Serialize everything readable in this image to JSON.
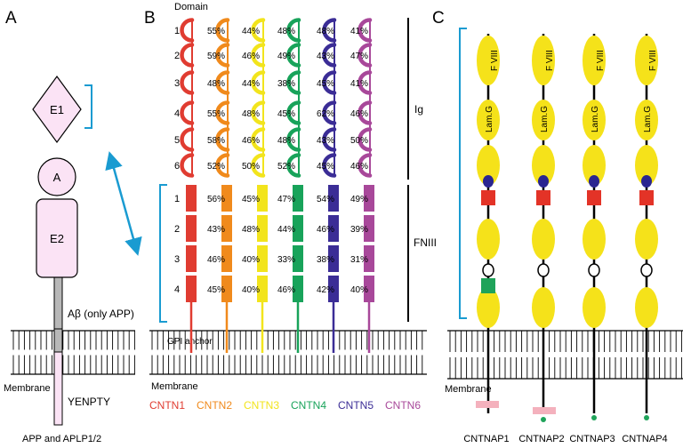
{
  "panels": {
    "a": "A",
    "b": "B",
    "c": "C"
  },
  "panel_a": {
    "domains": [
      "E1",
      "A",
      "E2"
    ],
    "abeta_label": "Aβ (only APP)",
    "membrane_label": "Membrane",
    "motif_label": "YENPTY",
    "caption": "APP and APLP1/2"
  },
  "panel_b": {
    "domain_header": "Domain",
    "ig_numbers": [
      "1",
      "2",
      "3",
      "4",
      "5",
      "6"
    ],
    "fn_numbers": [
      "1",
      "2",
      "3",
      "4"
    ],
    "ig_label": "Ig",
    "fn_label": "FNIII",
    "gpi_label": "GPI anchor",
    "membrane_label": "Membrane",
    "proteins": [
      {
        "name": "CNTN1",
        "color": "#e03c31"
      },
      {
        "name": "CNTN2",
        "color": "#f08a1c"
      },
      {
        "name": "CNTN3",
        "color": "#f2e41c"
      },
      {
        "name": "CNTN4",
        "color": "#18a35a"
      },
      {
        "name": "CNTN5",
        "color": "#3b2d96"
      },
      {
        "name": "CNTN6",
        "color": "#a8489a"
      }
    ],
    "ig_identity": [
      [
        "55%",
        "44%",
        "48%",
        "48%",
        "41%"
      ],
      [
        "59%",
        "46%",
        "49%",
        "43%",
        "47%"
      ],
      [
        "48%",
        "44%",
        "38%",
        "45%",
        "41%"
      ],
      [
        "55%",
        "48%",
        "45%",
        "62%",
        "46%"
      ],
      [
        "58%",
        "46%",
        "48%",
        "43%",
        "50%"
      ],
      [
        "52%",
        "50%",
        "52%",
        "45%",
        "46%"
      ]
    ],
    "fn_identity": [
      [
        "56%",
        "45%",
        "47%",
        "54%",
        "49%"
      ],
      [
        "43%",
        "48%",
        "44%",
        "46%",
        "39%"
      ],
      [
        "46%",
        "40%",
        "33%",
        "38%",
        "31%"
      ],
      [
        "45%",
        "40%",
        "46%",
        "42%",
        "40%"
      ]
    ]
  },
  "panel_c": {
    "membrane_label": "Membrane",
    "fviii_label": "F VIII",
    "lamg_label": "Lam.G",
    "proteins": [
      "CNTNAP1",
      "CNTNAP2",
      "CNTNAP3",
      "CNTNAP4"
    ]
  },
  "colors": {
    "bracket": "#1a9bd1",
    "domain_fill": "#fbe3f5",
    "yellow": "#f5e21a",
    "navy": "#2a2590",
    "red": "#e33327",
    "green": "#1fa35a",
    "pink": "#f4b1bd"
  }
}
